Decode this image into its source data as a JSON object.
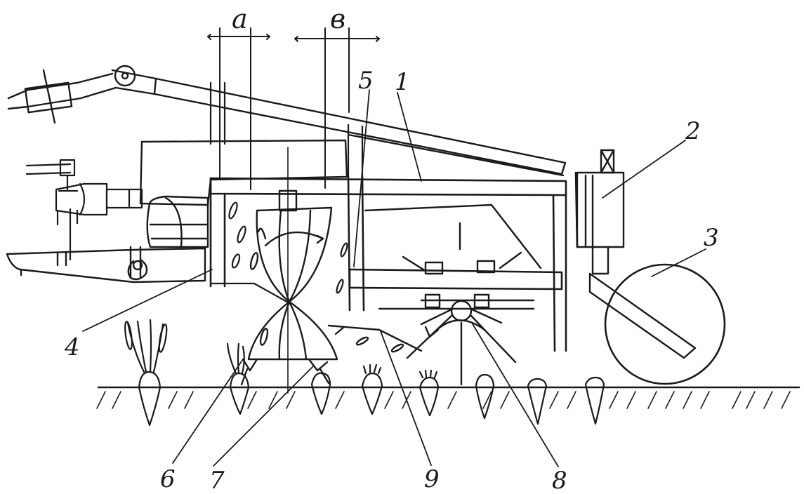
{
  "diagram": {
    "dimension_labels": {
      "a": "a",
      "b": "в"
    },
    "callouts": {
      "frame": "1",
      "block": "2",
      "support_wheel": "3",
      "side_wall": "4",
      "guide": "5",
      "left_cutter": "6",
      "right_cutter": "7",
      "rotor": "8",
      "chute": "9"
    }
  }
}
